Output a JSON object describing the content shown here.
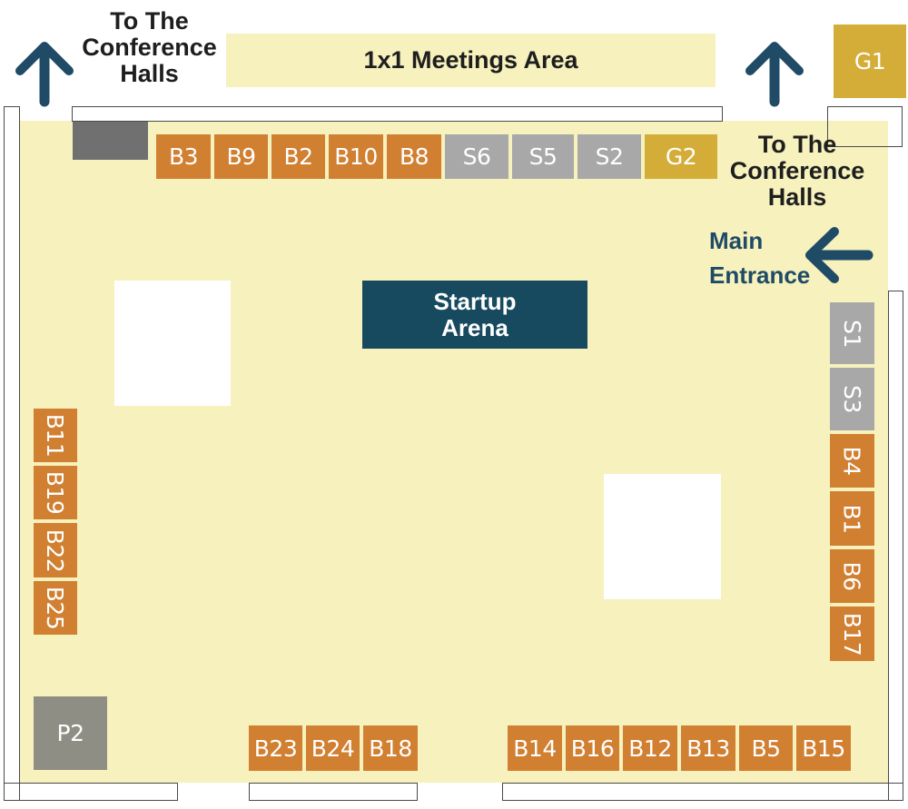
{
  "labels": {
    "top_left_l1": "To The",
    "top_left_l2": "Conference",
    "top_left_l3": "Halls",
    "right_l1": "To The",
    "right_l2": "Conference",
    "right_l3": "Halls",
    "meetings": "1x1 Meetings Area",
    "main_l1": "Main",
    "main_l2": "Entrance",
    "arena_l1": "Startup",
    "arena_l2": "Arena"
  },
  "booths": {
    "top": [
      "B3",
      "B9",
      "B2",
      "B10",
      "B8",
      "S6",
      "S5",
      "S2",
      "G2"
    ],
    "left": [
      "B11",
      "B19",
      "B22",
      "B25"
    ],
    "right": [
      "S1",
      "S3",
      "B4",
      "B1",
      "B6",
      "B17"
    ],
    "bottom_left": [
      "B23",
      "B24",
      "B18"
    ],
    "bottom_right": [
      "B14",
      "B16",
      "B12",
      "B13",
      "B5",
      "B15"
    ],
    "outside": "G1",
    "corner": "P2"
  },
  "colors": {
    "floor": "#f6f1bd",
    "orange_booth": "#d17f31",
    "grey_booth": "#a8a8a8",
    "gold_booth": "#d4ad39",
    "arena": "#174a5f",
    "arrow": "#1f4b66"
  },
  "icons": [
    "arrow-up-icon",
    "arrow-up-icon",
    "arrow-left-icon"
  ]
}
